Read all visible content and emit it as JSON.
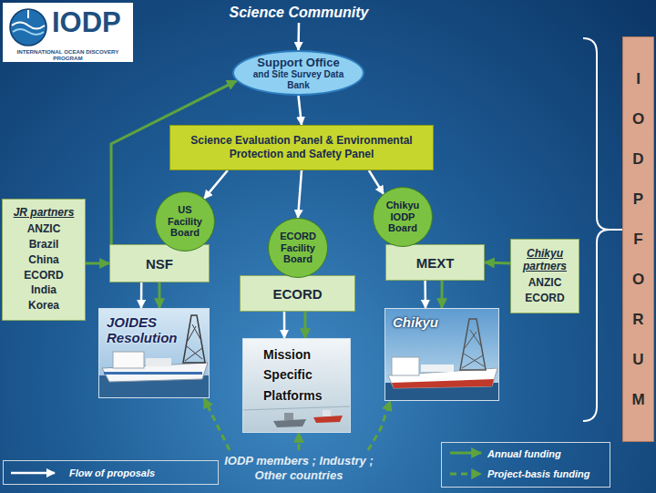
{
  "diagram": {
    "nodes": [
      {
        "text": [
          "Science Community"
        ]
      },
      {
        "text": [
          "Support Office",
          "and Site Survey Data Bank"
        ]
      },
      {
        "text": [
          "Science Evaluation Panel & Environmental Protection and Safety Panel"
        ]
      },
      {
        "text": [
          "US Facility Board"
        ]
      },
      {
        "text": [
          "ECORD Facility Board"
        ]
      },
      {
        "text": [
          "Chikyu IODP Board"
        ]
      },
      {
        "text": [
          "JR partners",
          "ANZIC Brazil China ECORD India Korea"
        ]
      },
      {
        "text": [
          "NSF"
        ]
      },
      {
        "text": [
          "ECORD"
        ]
      },
      {
        "text": [
          "MEXT"
        ]
      },
      {
        "text": [
          "Chikyu partners",
          "ANZIC ECORD"
        ]
      },
      {
        "text": [
          "JOIDES Resolution"
        ]
      },
      {
        "text": [
          "Mission Specific Platforms"
        ]
      },
      {
        "text": [
          "Chikyu"
        ]
      },
      {
        "text": [
          "IODP members ; Industry ; Other countries"
        ]
      },
      {
        "text": [
          "IODP FORUM"
        ]
      }
    ],
    "edges": [
      {
        "from": 0,
        "to": 1,
        "arrow": "to"
      },
      {
        "from": 1,
        "to": 2,
        "arrow": "to"
      },
      {
        "from": 2,
        "to": 3,
        "arrow": "to"
      },
      {
        "from": 2,
        "to": 4,
        "arrow": "to"
      },
      {
        "from": 2,
        "to": 5,
        "arrow": "to"
      },
      {
        "from": 6,
        "to": 7,
        "arrow": "to"
      },
      {
        "from": 7,
        "to": 1,
        "arrow": "to"
      },
      {
        "from": 10,
        "to": 9,
        "arrow": "to"
      },
      {
        "from": 7,
        "to": 11,
        "arrow": "to"
      },
      {
        "from": 7,
        "to": 11,
        "arrow": "to"
      },
      {
        "from": 8,
        "to": 12,
        "arrow": "to"
      },
      {
        "from": 8,
        "to": 12,
        "arrow": "to"
      },
      {
        "from": 9,
        "to": 13,
        "arrow": "to"
      },
      {
        "from": 9,
        "to": 13,
        "arrow": "to"
      },
      {
        "from": 14,
        "to": 11,
        "arrow": "to"
      },
      {
        "from": 14,
        "to": 12,
        "arrow": "to"
      },
      {
        "from": 14,
        "to": 13,
        "arrow": "to"
      }
    ],
    "labels": [
      "IODP",
      "INTERNATIONAL OCEAN DISCOVERY PROGRAM"
    ],
    "legend": [
      {
        "text": "Flow of proposals"
      },
      {
        "text": "Annual funding"
      },
      {
        "text": "Project-basis funding"
      }
    ]
  }
}
